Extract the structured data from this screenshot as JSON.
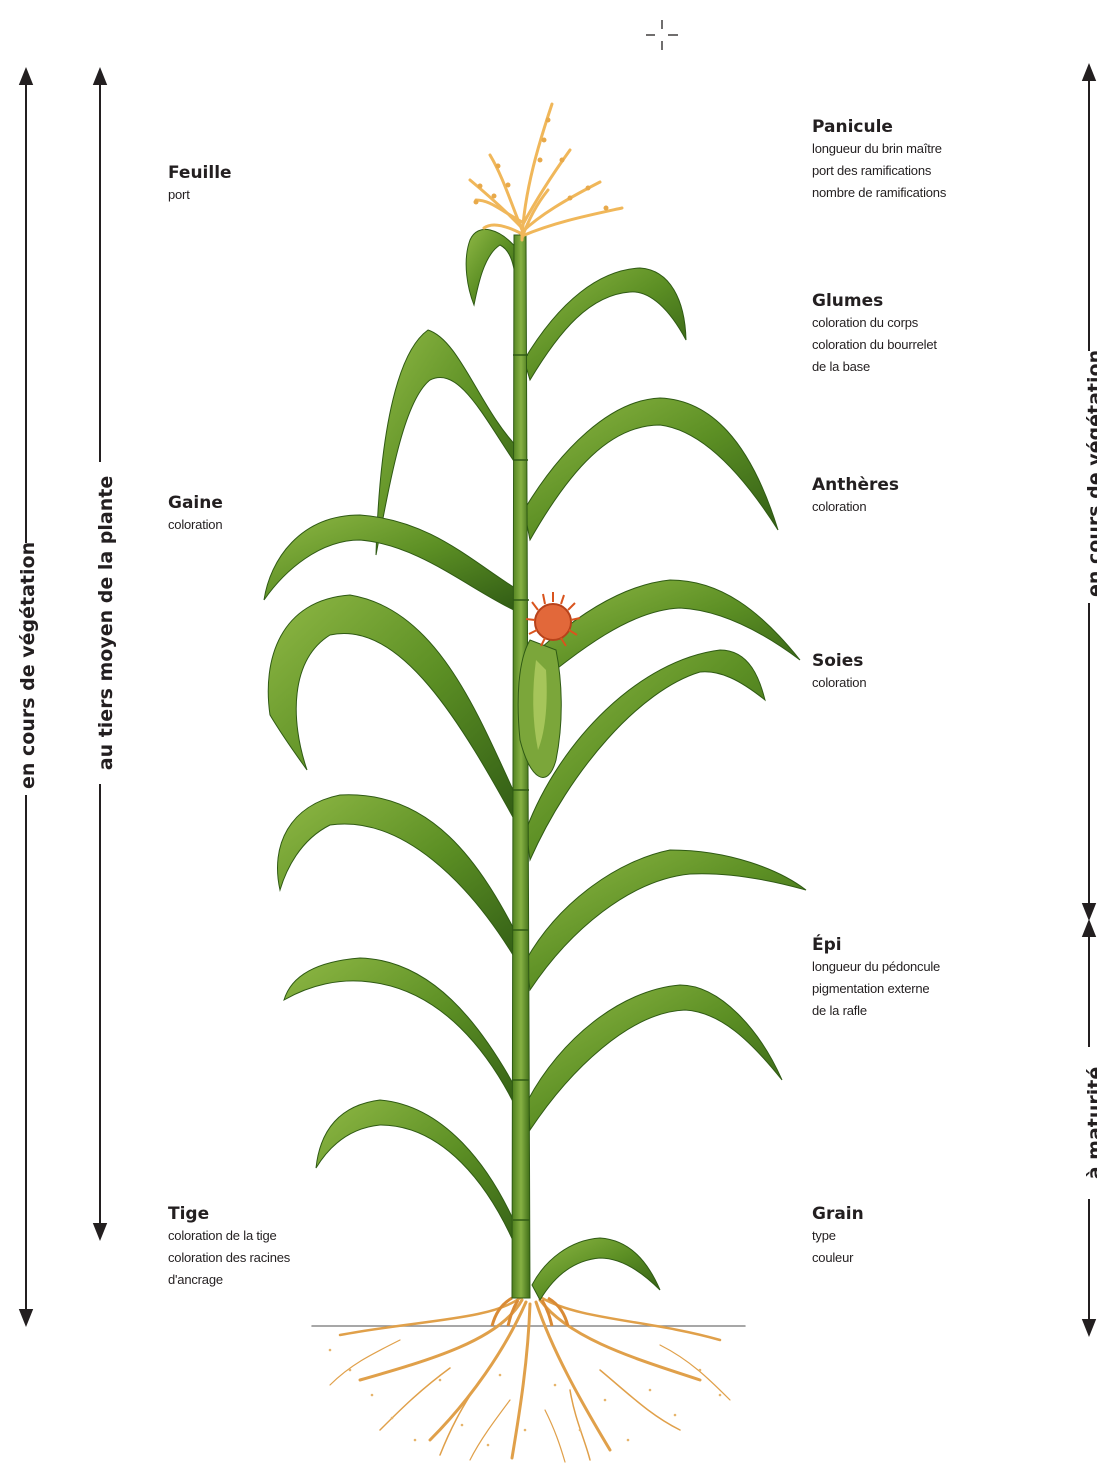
{
  "left_labels": [
    {
      "title": "Feuille",
      "lines": [
        "port"
      ]
    },
    {
      "title": "Gaine",
      "lines": [
        "coloration"
      ]
    },
    {
      "title": "Tige",
      "lines": [
        "coloration de la tige",
        "coloration des racines",
        "d'ancrage"
      ]
    }
  ],
  "right_labels": [
    {
      "title": "Panicule",
      "lines": [
        "longueur du brin maître",
        "port des ramifications",
        "nombre de ramifications"
      ]
    },
    {
      "title": "Glumes",
      "lines": [
        "coloration du corps",
        "coloration du bourrelet",
        "de la base"
      ]
    },
    {
      "title": "Anthères",
      "lines": [
        "coloration"
      ]
    },
    {
      "title": "Soies",
      "lines": [
        "coloration"
      ]
    },
    {
      "title": "Épi",
      "lines": [
        "longueur du pédoncule",
        "pigmentation externe",
        "de la rafle"
      ]
    },
    {
      "title": "Grain",
      "lines": [
        "type",
        "couleur"
      ]
    }
  ],
  "axis_texts": {
    "left_outer": "en cours de végétation",
    "left_inner": "au tiers moyen de la plante",
    "right_upper": "en cours de végétation",
    "right_lower": "à maturité"
  },
  "colors": {
    "leaf_dark": "#3f6e1c",
    "leaf_mid": "#6a9a2a",
    "leaf_light": "#a6c55a",
    "tassel": "#f0b75a",
    "silk": "#d9541e",
    "root": "#e0a04a",
    "text": "#231f20"
  },
  "icons": [
    "registration-mark-icon"
  ]
}
